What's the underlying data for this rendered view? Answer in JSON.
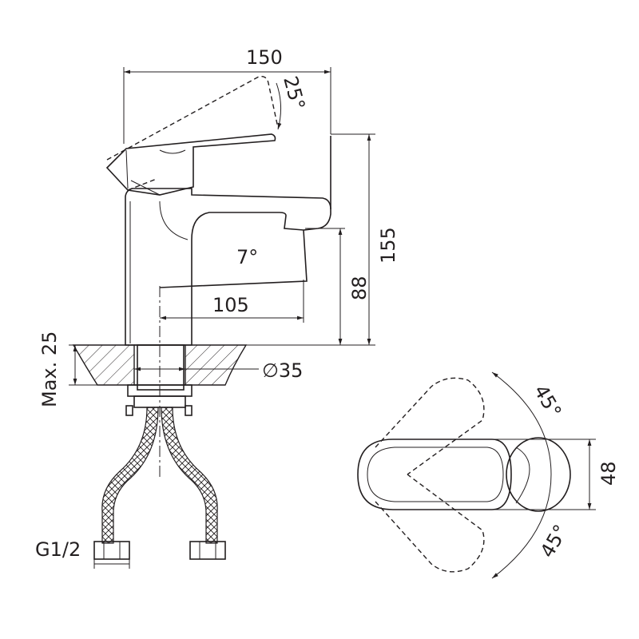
{
  "dimensions": {
    "width_total": "150",
    "lever_angle": "25°",
    "height_total": "155",
    "spout_angle": "7°",
    "spout_height": "88",
    "spout_reach": "105",
    "max_thickness": "Max. 25",
    "hole_diameter": "∅35",
    "thread": "G1/2",
    "top_rot_upper": "45°",
    "top_rot_lower": "45°",
    "top_width": "48"
  },
  "colors": {
    "ink": "#231f20",
    "background": "#ffffff"
  }
}
